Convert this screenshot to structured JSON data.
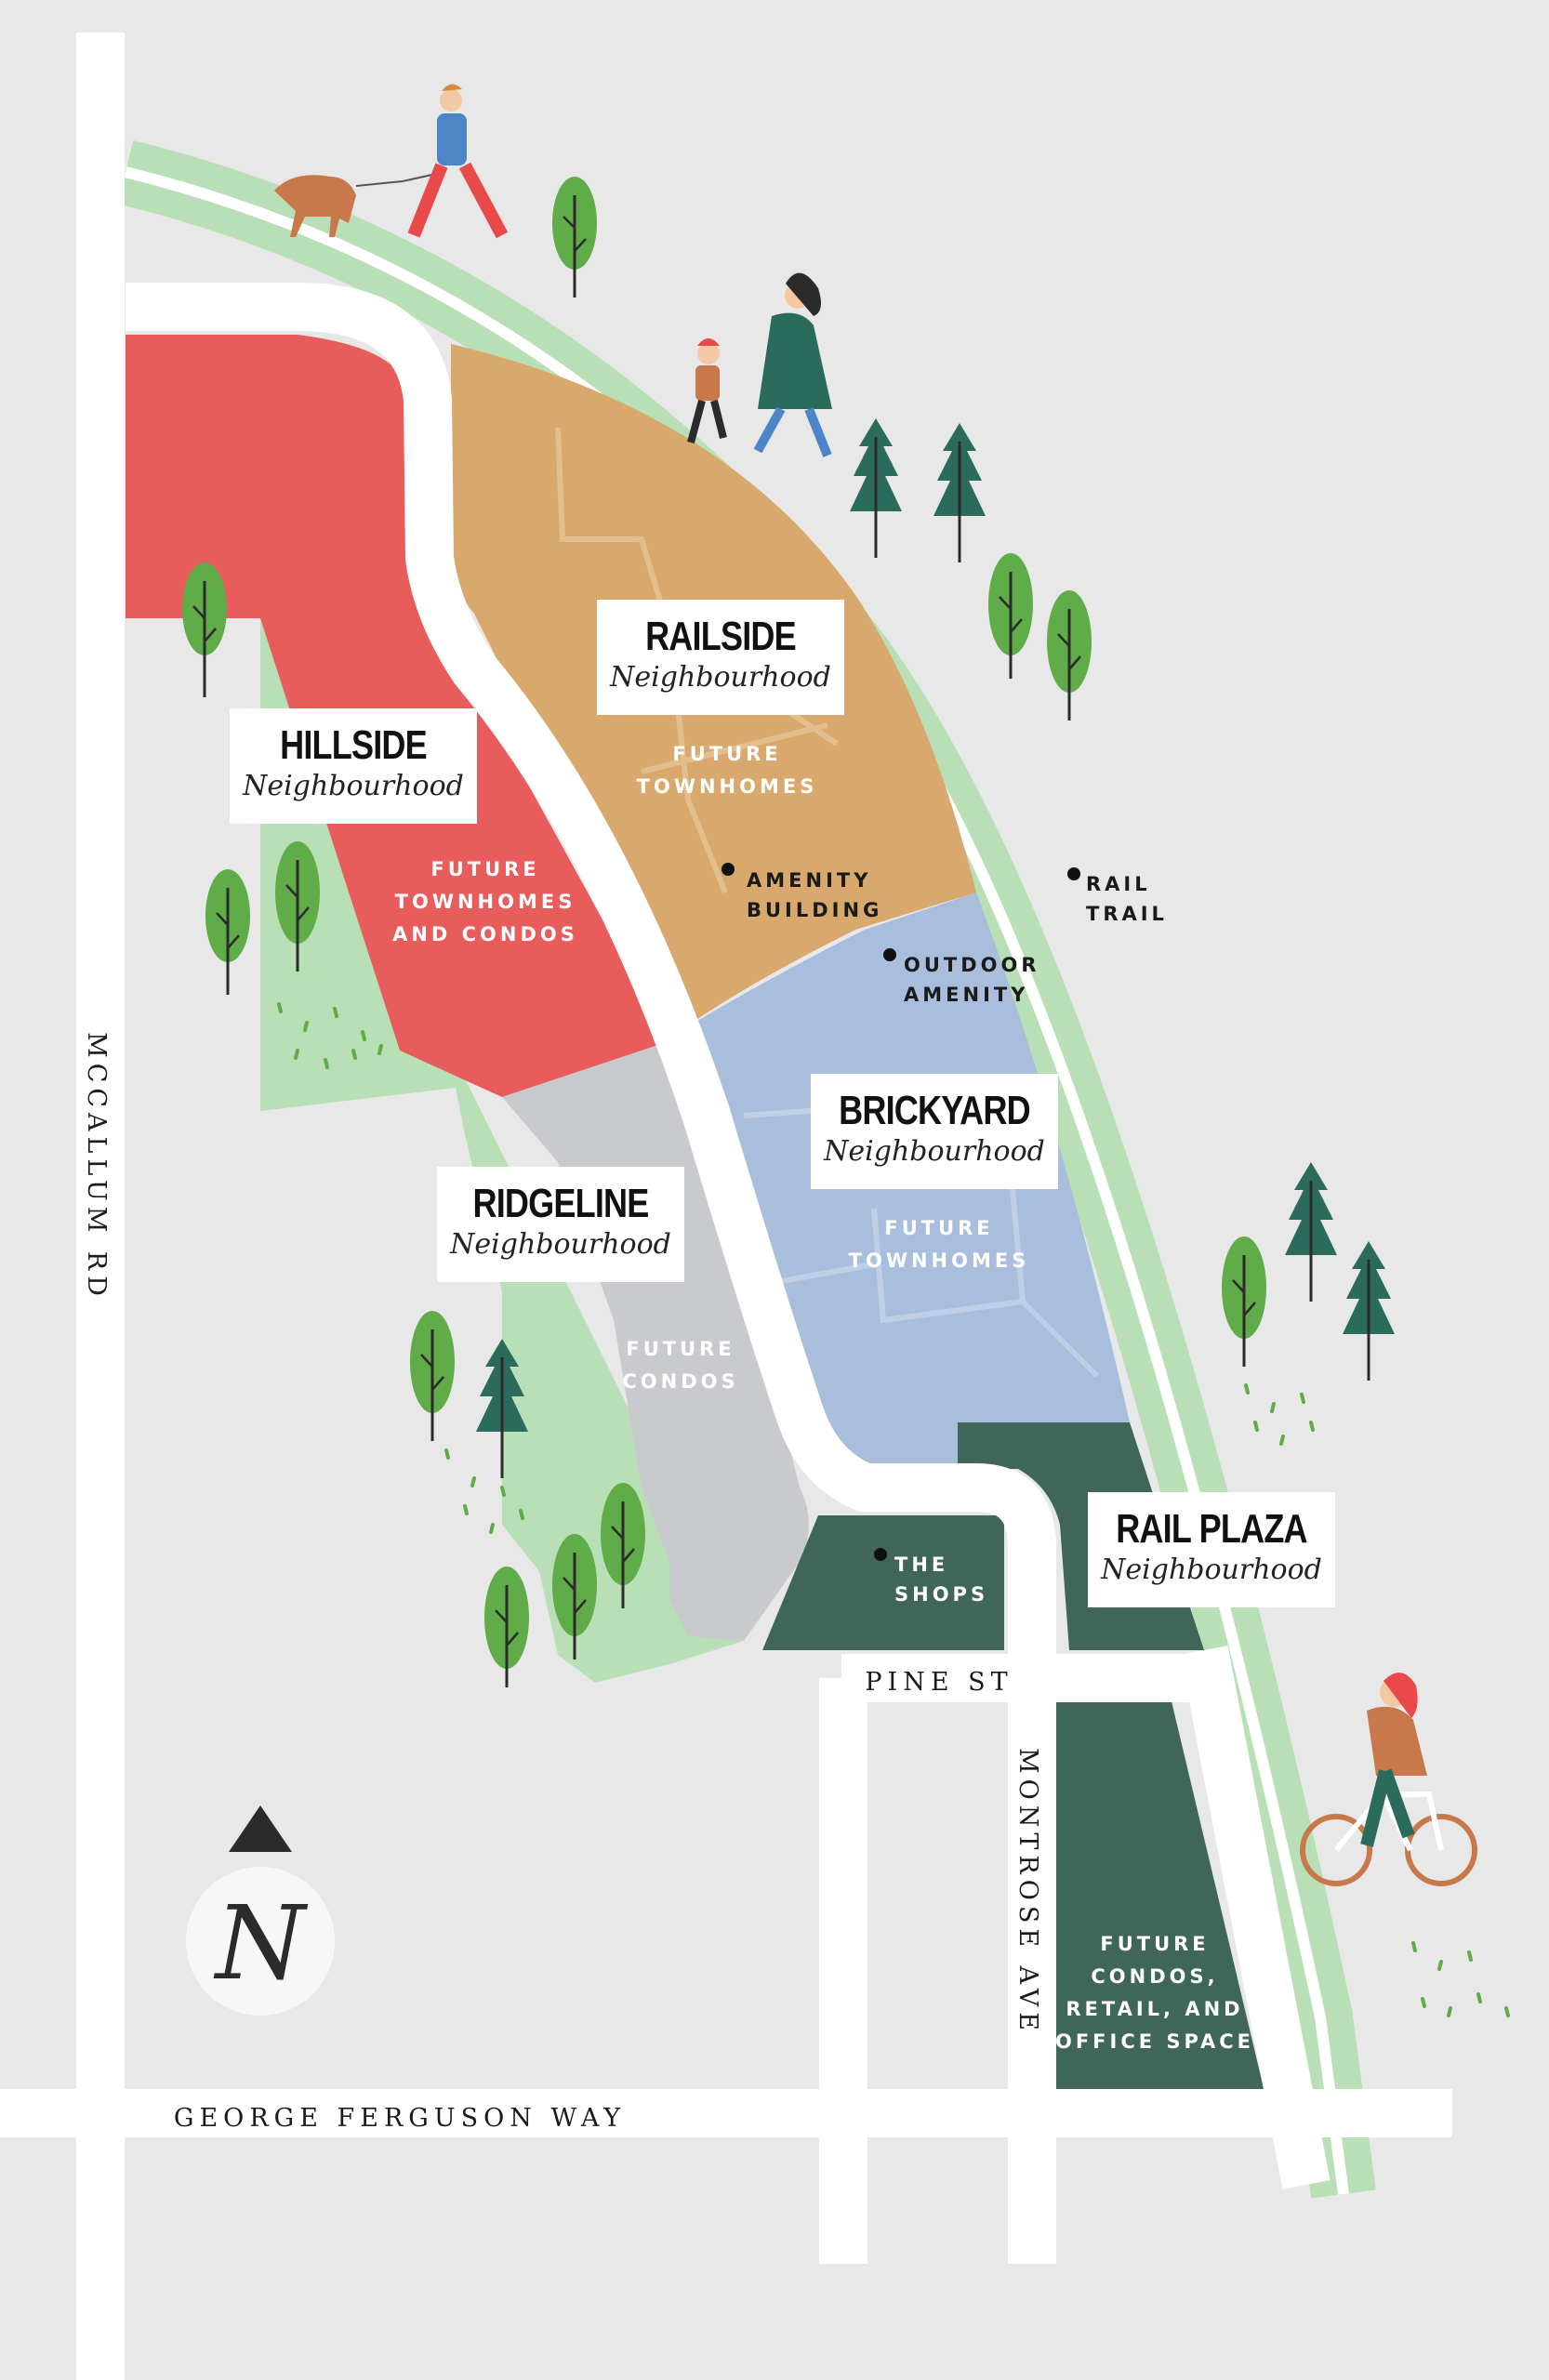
{
  "colors": {
    "background": "#e8e8e8",
    "road": "#ffffff",
    "rail_trail": "#b9dfb7",
    "park": "#b9dfb7",
    "hillside": "#e85c5c",
    "railside": "#d8a86c",
    "brickyard": "#a9bedc",
    "ridgeline": "#c8cacd",
    "rail_plaza": "#3f6659",
    "tree": "#5fac48",
    "pine": "#2b6b5b"
  },
  "neighbourhoods": {
    "hillside": {
      "name": "HILLSIDE",
      "subtitle": "Neighbourhood"
    },
    "railside": {
      "name": "RAILSIDE",
      "subtitle": "Neighbourhood"
    },
    "brickyard": {
      "name": "BRICKYARD",
      "subtitle": "Neighbourhood"
    },
    "ridgeline": {
      "name": "RIDGELINE",
      "subtitle": "Neighbourhood"
    },
    "rail_plaza": {
      "name": "RAIL PLAZA",
      "subtitle": "Neighbourhood"
    }
  },
  "area_labels": {
    "hillside": [
      "FUTURE",
      "TOWNHOMES",
      "AND CONDOS"
    ],
    "railside": [
      "FUTURE",
      "TOWNHOMES"
    ],
    "brickyard": [
      "FUTURE",
      "TOWNHOMES"
    ],
    "ridgeline": [
      "FUTURE",
      "CONDOS"
    ],
    "rail_plaza": [
      "FUTURE",
      "CONDOS,",
      "RETAIL, AND",
      "OFFICE SPACE"
    ]
  },
  "points_of_interest": {
    "amenity_building": [
      "AMENITY",
      "BUILDING"
    ],
    "outdoor_amenity": [
      "OUTDOOR",
      "AMENITY"
    ],
    "rail_trail": [
      "RAIL",
      "TRAIL"
    ],
    "the_shops": [
      "THE",
      "SHOPS"
    ]
  },
  "roads": {
    "mccallum": "MCCALLUM RD",
    "george_ferguson": "GEORGE FERGUSON WAY",
    "pine": "PINE ST",
    "montrose": "MONTROSE AVE"
  },
  "compass": {
    "letter": "N",
    "icon": "north-arrow-icon"
  }
}
